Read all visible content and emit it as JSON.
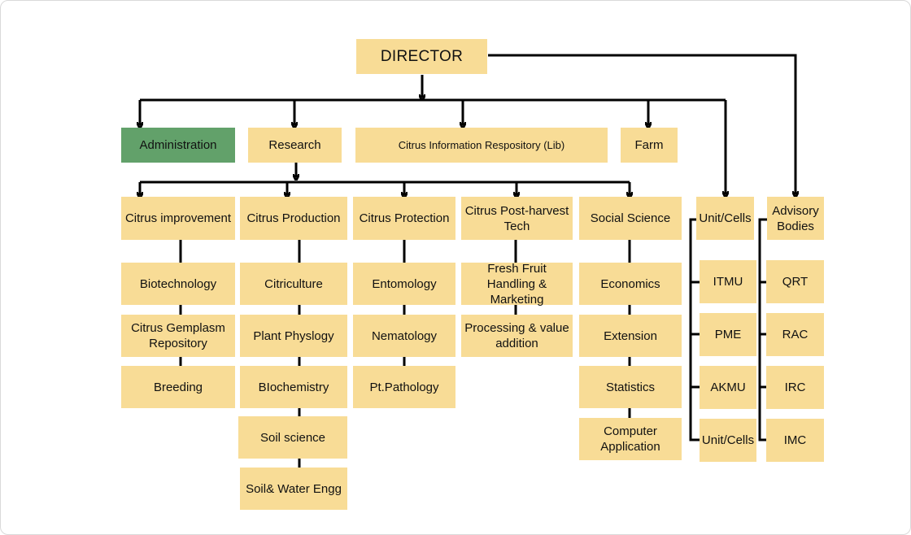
{
  "director": "DIRECTOR",
  "top_units": {
    "administration": "Administration",
    "research": "Research",
    "library": "Citrus Information Respository (Lib)",
    "farm": "Farm"
  },
  "divisions": {
    "citrus_improvement": "Citrus improvement",
    "citrus_production": "Citrus Production",
    "citrus_protection": "Citrus Protection",
    "post_harvest": "Citrus Post-harvest Tech",
    "social_science": "Social Science",
    "unit_cells": "Unit/Cells",
    "advisory_bodies": "Advisory Bodies"
  },
  "improvement_items": [
    "Biotechnology",
    "Citrus Gemplasm Repository",
    "Breeding"
  ],
  "production_items": [
    "Citriculture",
    "Plant Physlogy",
    "BIochemistry",
    "Soil science",
    "Soil& Water Engg"
  ],
  "protection_items": [
    "Entomology",
    "Nematology",
    "Pt.Pathology"
  ],
  "post_harvest_items": [
    "Fresh Fruit Handling & Marketing",
    "Processing & value addition"
  ],
  "social_items": [
    "Economics",
    "Extension",
    "Statistics",
    "Computer Application"
  ],
  "unit_items": [
    "ITMU",
    "PME",
    "AKMU",
    "Unit/Cells"
  ],
  "advisory_items": [
    "QRT",
    "RAC",
    "IRC",
    "IMC"
  ],
  "colors": {
    "box": "#f8dc96",
    "admin": "#62a16a",
    "line": "#000000"
  }
}
